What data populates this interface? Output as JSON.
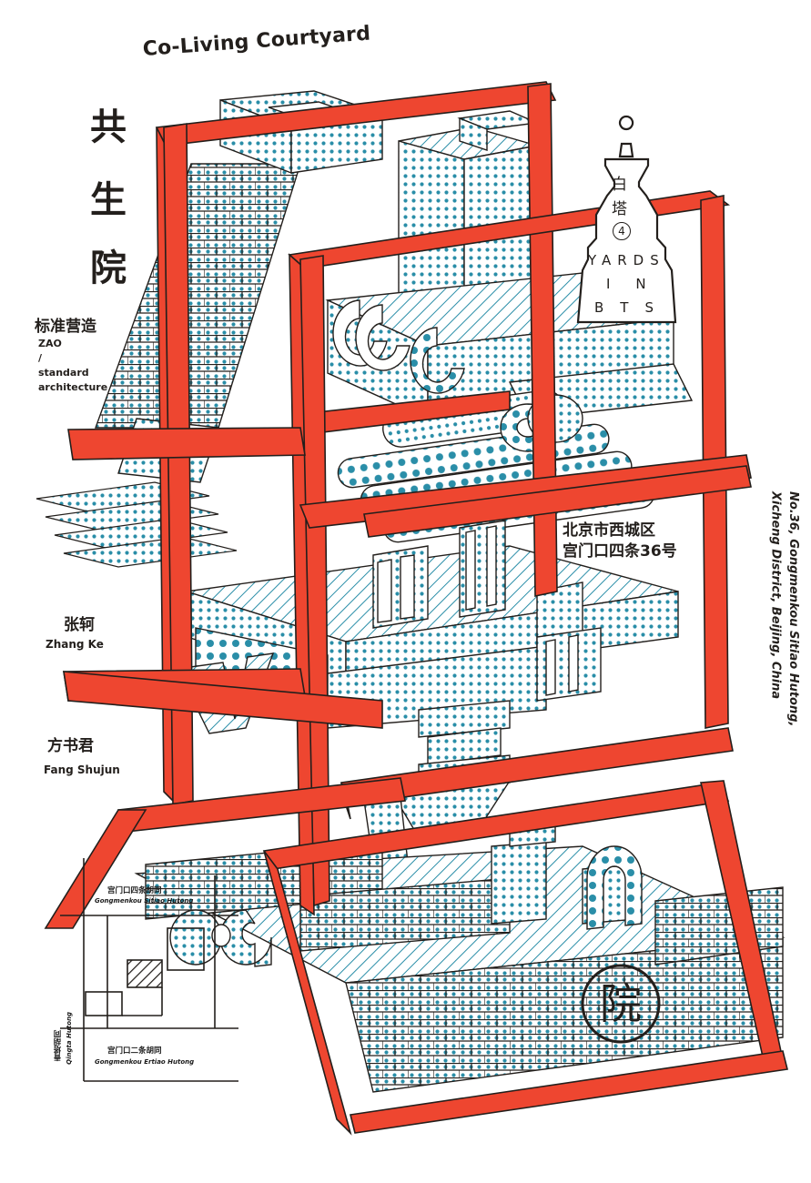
{
  "poster": {
    "title_en": "Co-Living Courtyard",
    "title_zh": [
      "共",
      "生",
      "院"
    ],
    "architect_zh": "标准营造",
    "architect_en_lines": [
      "ZAO",
      "/",
      "standard",
      "architecture"
    ],
    "people": [
      {
        "zh": "张轲",
        "en": "Zhang Ke"
      },
      {
        "zh": "方书君",
        "en": "Fang Shujun"
      }
    ],
    "address_zh_lines": [
      "北京市西城区",
      "宫门口四条36号"
    ],
    "address_en_lines": [
      "No.36, Gongmenkou Sitiao Hutong,",
      "Xicheng District, Beijing, China"
    ],
    "badge": {
      "char1": "白",
      "char2": "塔",
      "number": "4",
      "line1": "YARDS",
      "line2": "IN",
      "line3": "BTS"
    },
    "map": {
      "street1_zh": "宫门口四条胡同",
      "street1_en": "Gongmenkou Sitiao Hutong",
      "street2_zh": "宫门口二条胡同",
      "street2_en": "Gongmenkou Ertiao Hutong",
      "side_zh": "青塔胡同",
      "side_en": "Qingta Hutong"
    },
    "seal_char": "院"
  },
  "colors": {
    "frame_red": "#ee4630",
    "dot_teal": "#2a8ea8",
    "ink": "#231f1c",
    "paper": "#ffffff"
  }
}
